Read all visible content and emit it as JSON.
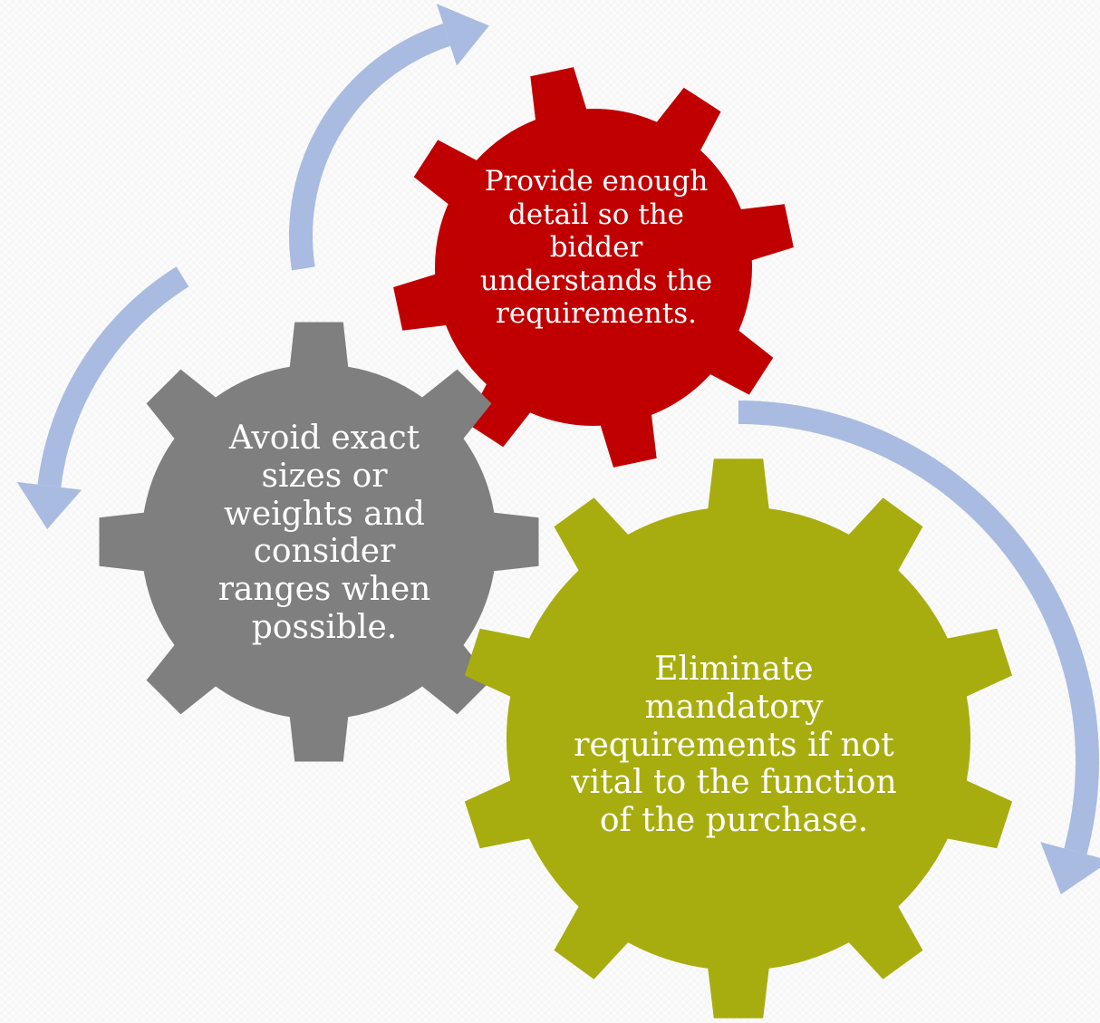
{
  "gears": [
    {
      "id": "red",
      "text": "Provide enough\ndetail so the\nbidder\nunderstands the\nrequirements.",
      "color": "#c00000"
    },
    {
      "id": "gray",
      "text": "Avoid exact\nsizes or\nweights and\nconsider\nranges when\npossible.",
      "color": "#7f7f7f"
    },
    {
      "id": "olive",
      "text": "Eliminate\nmandatory\nrequirements if not\nvital to the function\nof the purchase.",
      "color": "#a8ad0f"
    }
  ],
  "arrow_color": "#a9bbe0"
}
